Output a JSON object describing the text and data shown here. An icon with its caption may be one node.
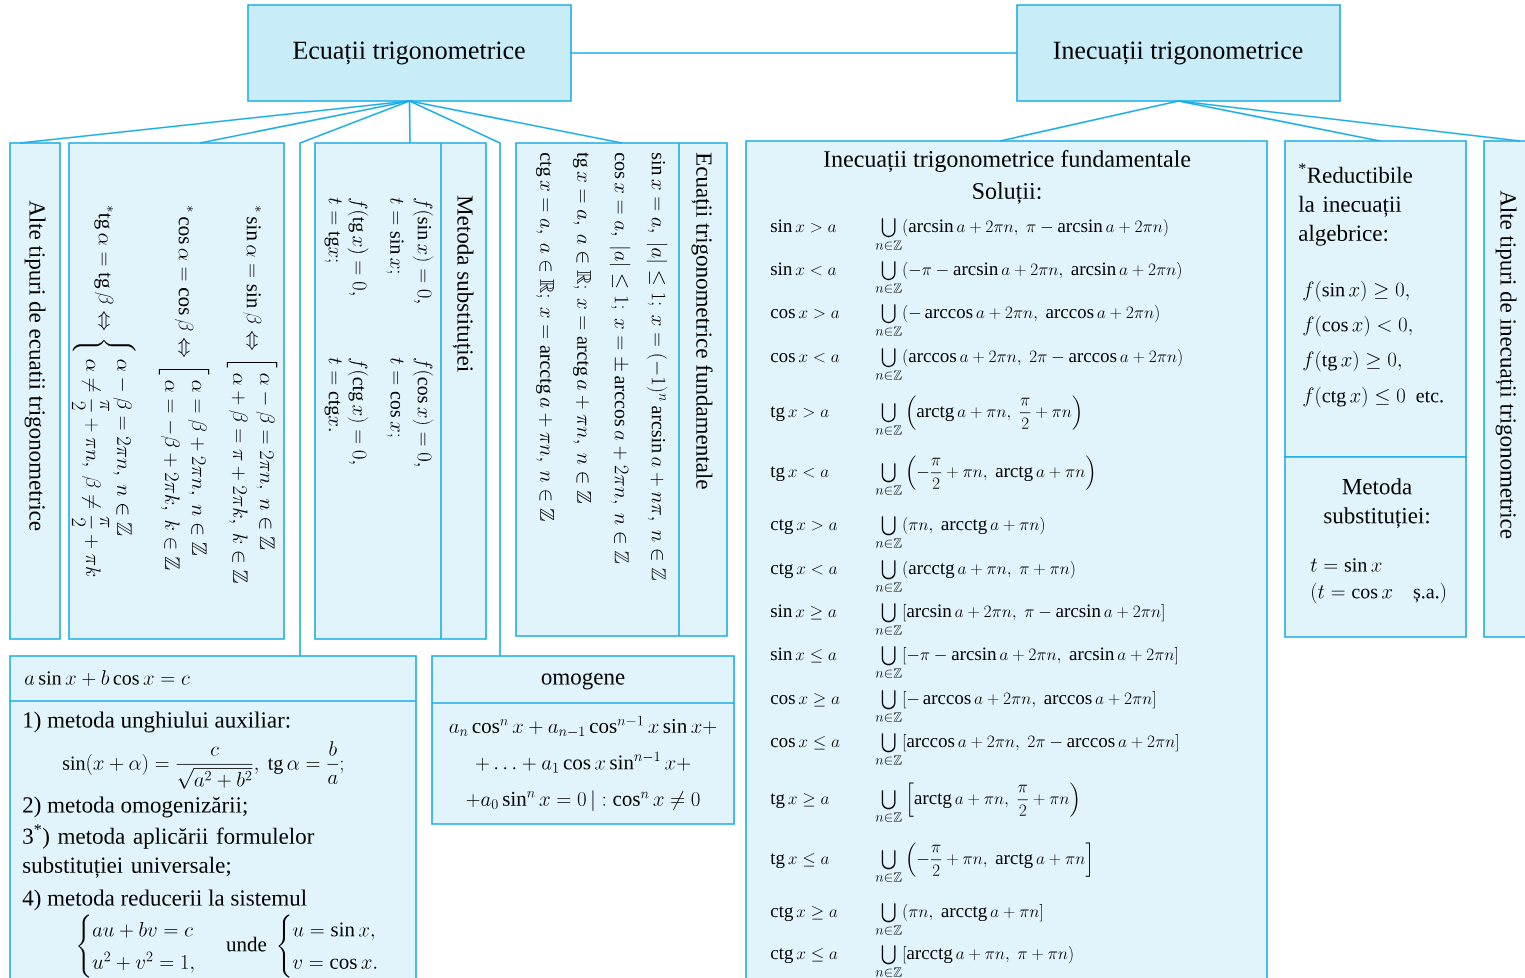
{
  "diagram": {
    "nodes": [
      {
        "text": [
          "Ecuații trigonometrice"
        ]
      },
      {
        "text": [
          "Inecuații trigonometrice"
        ]
      },
      {
        "text": [
          "Alte tipuri de ecuatii trigonometrice"
        ]
      },
      {
        "text": [
          "{}^{*}\\mathrm{tg}\\,\\alpha=\\mathrm{tg}\\,\\beta\\Leftrightarrow\\left\\{\\begin{array}{l}\\alpha-\\beta=2\\pi n,\\ n\\in\\mathbb{Z}\\\\ \\alpha\\neq\\dfrac{\\pi}{2}+\\pi n,\\ \\beta\\neq\\dfrac{\\pi}{2}+\\pi k\\end{array}\\right.",
          "{}^{*}\\cos\\alpha=\\cos\\beta\\Leftrightarrow\\left[\\begin{array}{l}\\alpha=\\beta+2\\pi n,\\ n\\in\\mathbb{Z}\\\\ \\alpha=-\\beta+2\\pi k,\\ k\\in\\mathbb{Z}\\end{array}\\right.",
          "{}^{*}\\sin\\alpha=\\sin\\beta\\Leftrightarrow\\left[\\begin{array}{l}\\alpha-\\beta=2\\pi n,\\ n\\in\\mathbb{Z}\\\\ \\alpha+\\beta=\\pi+2\\pi k,\\ k\\in\\mathbb{Z}\\end{array}\\right."
        ]
      },
      {
        "text": [
          "t=\\mathrm{tg}x;",
          "t=\\mathrm{ctg}x.",
          "f(\\mathrm{tg}\\,x)=0,",
          "f(\\mathrm{ctg}\\,x)=0,",
          "t=\\sin x;",
          "t=\\cos x;",
          "f(\\sin x)=0,",
          "f(\\cos x)=0,",
          "Metoda substituției"
        ]
      },
      {
        "text": [
          "\\mathrm{ctg}\\,x=a,\\ a\\in\\mathbb{R};\\ x=\\mathrm{arcctg}\\,a+\\pi n,\\ n\\in\\mathbb{Z}",
          "\\mathrm{tg}\\,x=a,\\ a\\in\\mathbb{R};\\ x=\\mathrm{arctg}\\,a+\\pi n,\\ n\\in\\mathbb{Z}",
          "\\cos x=a,\\ |a|\\le 1;\\ x=\\pm\\arccos a+2\\pi n,\\ n\\in\\mathbb{Z}",
          "\\sin x=a,\\ |a|\\le 1;\\ x=(-1)^n\\arcsin a+n\\pi,\\ n\\in\\mathbb{Z}",
          "Ecuații trigonometrice fundamentale"
        ]
      },
      {
        "text": [
          "a\\sin x+b\\cos x=c",
          "1) metoda unghiului auxiliar:",
          "\\sin(x+\\alpha)=\\dfrac{c}{\\sqrt{a^2+b^2}},\\ \\mathrm{tg}\\,\\alpha=\\dfrac{b}{a};",
          "2) metoda omogenizării;",
          "3$^{*}$) metoda aplicării formulelor substituției universale;",
          "4) metoda reducerii la sistemul",
          "\\begin{cases}au+bv=c\\\\ u^2+v^2=1,\\end{cases}\\ \\text{unde}\\ \\begin{cases}u=\\sin x,\\\\ v=\\cos x.\\end{cases}"
        ]
      },
      {
        "text": [
          "omogene",
          "\\begin{array}{c}a_n\\cos^n x+a_{n-1}\\cos^{n-1}x\\sin x+\\\\ +\\ldots+a_1\\cos x\\sin^{n-1}x+\\\\ +a_0\\sin^n x=0\\,|:\\cos^n x\\neq 0\\end{array}"
        ]
      },
      {
        "text": [
          "Inecuații trigonometrice fundamentale",
          "Soluții:",
          "\\sin x>a",
          "\\bigcup\\limits_{n\\in\\mathbb{Z}}(\\arcsin a+2\\pi n,\\ \\pi-\\arcsin a+2\\pi n)",
          "\\sin x<a",
          "\\bigcup\\limits_{n\\in\\mathbb{Z}}(-\\pi-\\arcsin a+2\\pi n,\\ \\arcsin a+2\\pi n)",
          "\\cos x>a",
          "\\bigcup\\limits_{n\\in\\mathbb{Z}}(-\\arccos a+2\\pi n,\\ \\arccos a+2\\pi n)",
          "\\cos x<a",
          "\\bigcup\\limits_{n\\in\\mathbb{Z}}(\\arccos a+2\\pi n,\\ 2\\pi-\\arccos a+2\\pi n)",
          "\\mathrm{tg}\\,x>a",
          "\\bigcup\\limits_{n\\in\\mathbb{Z}}\\left(\\mathrm{arctg}\\,a+\\pi n,\\ \\dfrac{\\pi}{2}+\\pi n\\right)",
          "\\mathrm{tg}\\,x<a",
          "\\bigcup\\limits_{n\\in\\mathbb{Z}}\\left(-\\dfrac{\\pi}{2}+\\pi n,\\ \\mathrm{arctg}\\,a+\\pi n\\right)",
          "\\mathrm{ctg}\\,x>a",
          "\\bigcup\\limits_{n\\in\\mathbb{Z}}(\\pi n,\\ \\mathrm{arcctg}\\,a+\\pi n)",
          "\\mathrm{ctg}\\,x<a",
          "\\bigcup\\limits_{n\\in\\mathbb{Z}}(\\mathrm{arcctg}\\,a+\\pi n,\\ \\pi+\\pi n)",
          "\\sin x\\ge a",
          "\\bigcup\\limits_{n\\in\\mathbb{Z}}[\\arcsin a+2\\pi n,\\ \\pi-\\arcsin a+2\\pi n]",
          "\\sin x\\le a",
          "\\bigcup\\limits_{n\\in\\mathbb{Z}}[-\\pi-\\arcsin a+2\\pi n,\\ \\arcsin a+2\\pi n]",
          "\\cos x\\ge a",
          "\\bigcup\\limits_{n\\in\\mathbb{Z}}[-\\arccos a+2\\pi n,\\ \\arccos a+2\\pi n]",
          "\\cos x\\le a",
          "\\bigcup\\limits_{n\\in\\mathbb{Z}}[\\arccos a+2\\pi n,\\ 2\\pi-\\arccos a+2\\pi n]",
          "\\mathrm{tg}\\,x\\ge a",
          "\\bigcup\\limits_{n\\in\\mathbb{Z}}\\left[\\mathrm{arctg}\\,a+\\pi n,\\ \\dfrac{\\pi}{2}+\\pi n\\right)",
          "\\mathrm{tg}\\,x\\le a",
          "\\bigcup\\limits_{n\\in\\mathbb{Z}}\\left(-\\dfrac{\\pi}{2}+\\pi n,\\ \\mathrm{arctg}\\,a+\\pi n\\right]",
          "\\mathrm{ctg}\\,x\\ge a",
          "\\bigcup\\limits_{n\\in\\mathbb{Z}}(\\pi n,\\ \\mathrm{arcctg}\\,a+\\pi n]",
          "\\mathrm{ctg}\\,x\\le a",
          "\\bigcup\\limits_{n\\in\\mathbb{Z}}[\\mathrm{arcctg}\\,a+\\pi n,\\ \\pi+\\pi n)"
        ]
      },
      {
        "text": [
          "$^{*}$Reductibile la inecuații algebrice:",
          "f(\\sin x)\\ge 0,",
          "f(\\cos x)<0,",
          "f(\\mathrm{tg}\\,x)\\ge 0,",
          "f(\\mathrm{ctg}\\,x)\\le 0\\ \\ \\text{etc.}"
        ]
      },
      {
        "text": [
          "Metoda substituției:",
          "t=\\sin x",
          "(t=\\cos x\\quad\\text{ș.a.})"
        ]
      },
      {
        "text": [
          "Alte tipuri de inecuații trigonometrice"
        ]
      }
    ],
    "edges": [
      {
        "from": 0,
        "to": 1,
        "arrow": "none"
      },
      {
        "from": 0,
        "to": 2,
        "arrow": "none"
      },
      {
        "from": 0,
        "to": 3,
        "arrow": "none"
      },
      {
        "from": 0,
        "to": 6,
        "arrow": "none"
      },
      {
        "from": 0,
        "to": 4,
        "arrow": "none"
      },
      {
        "from": 0,
        "to": 7,
        "arrow": "none"
      },
      {
        "from": 0,
        "to": 5,
        "arrow": "none"
      },
      {
        "from": 1,
        "to": 8,
        "arrow": "none"
      },
      {
        "from": 1,
        "to": 9,
        "arrow": "none"
      },
      {
        "from": 1,
        "to": 11,
        "arrow": "none"
      }
    ]
  }
}
